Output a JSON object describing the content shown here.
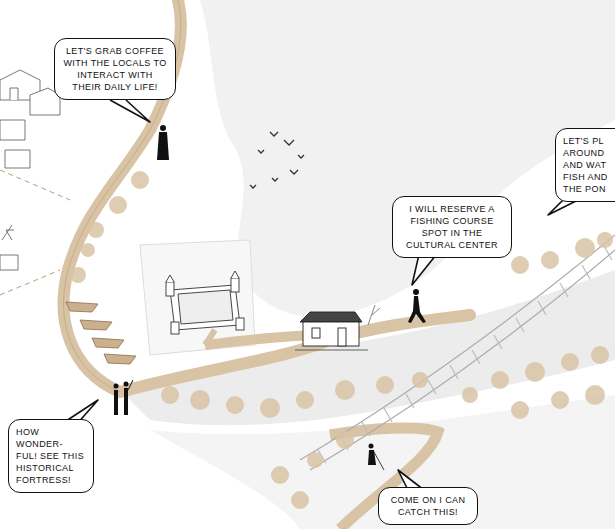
{
  "diagram": {
    "nodes": [
      {
        "text": [
          "LET'S GRAB COFFEE WITH THE LOCALS TO INTERACT WITH THEIR DAILY LIFE!"
        ]
      },
      {
        "text": [
          "LET'S PL AROUND AND WAT FISH AND THE PON"
        ]
      },
      {
        "text": [
          "I WILL RESERVE A FISHING COURSE SPOT IN THE CULTURAL CENTER"
        ]
      },
      {
        "text": [
          "HOW WONDER- FUL! SEE THIS HISTORICAL FORTRESS!"
        ]
      },
      {
        "text": [
          "COME ON I CAN CATCH THIS!"
        ]
      }
    ]
  }
}
